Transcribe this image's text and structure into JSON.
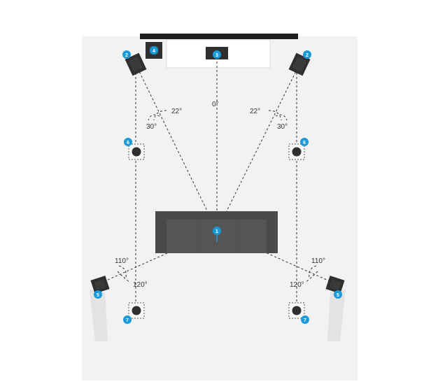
{
  "colors": {
    "room_floor": "#f2f2f2",
    "tv_bar": "#1e1e1e",
    "console": "#ffffff",
    "speaker": "#2f2f2f",
    "sofa": "#555555",
    "sofa_dark": "#4a4a4a",
    "badge": "#1a9ad6",
    "badge_text": "#ffffff",
    "line": "#333333",
    "label_text": "#333333"
  },
  "angles": {
    "center": "0°",
    "front_left_inner": "22°",
    "front_left_outer": "30°",
    "front_right_inner": "22°",
    "front_right_outer": "30°",
    "surround_left_inner": "110°",
    "surround_left_outer": "120°",
    "surround_right_inner": "110°",
    "surround_right_outer": "120°"
  },
  "badges": {
    "listener": "1",
    "front_left": "2",
    "front_right": "2",
    "center": "3",
    "subwoofer": "4",
    "surround_left": "5",
    "surround_right": "5",
    "side_left": "6",
    "side_right": "6",
    "rear_left": "7",
    "rear_right": "7"
  }
}
